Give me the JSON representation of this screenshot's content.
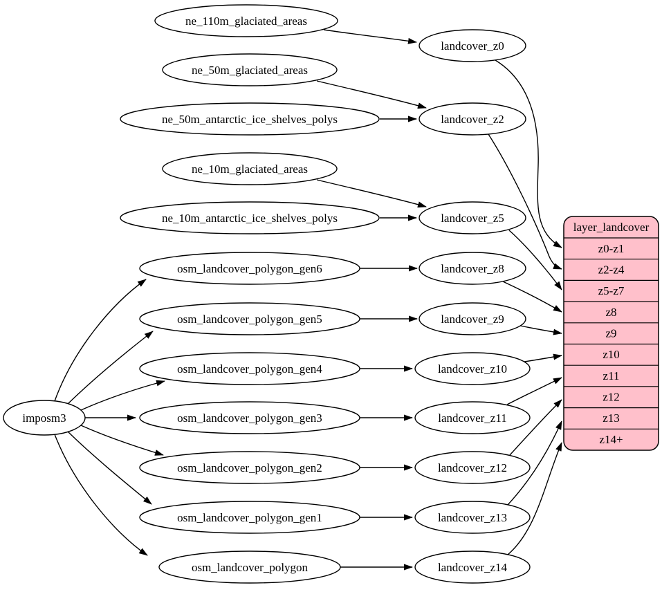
{
  "nodes": {
    "imposm3": "imposm3",
    "ne_110m_glaciated_areas": "ne_110m_glaciated_areas",
    "ne_50m_glaciated_areas": "ne_50m_glaciated_areas",
    "ne_50m_antarctic_ice_shelves_polys": "ne_50m_antarctic_ice_shelves_polys",
    "ne_10m_glaciated_areas": "ne_10m_glaciated_areas",
    "ne_10m_antarctic_ice_shelves_polys": "ne_10m_antarctic_ice_shelves_polys",
    "osm_landcover_polygon_gen6": "osm_landcover_polygon_gen6",
    "osm_landcover_polygon_gen5": "osm_landcover_polygon_gen5",
    "osm_landcover_polygon_gen4": "osm_landcover_polygon_gen4",
    "osm_landcover_polygon_gen3": "osm_landcover_polygon_gen3",
    "osm_landcover_polygon_gen2": "osm_landcover_polygon_gen2",
    "osm_landcover_polygon_gen1": "osm_landcover_polygon_gen1",
    "osm_landcover_polygon": "osm_landcover_polygon",
    "landcover_z0": "landcover_z0",
    "landcover_z2": "landcover_z2",
    "landcover_z5": "landcover_z5",
    "landcover_z8": "landcover_z8",
    "landcover_z9": "landcover_z9",
    "landcover_z10": "landcover_z10",
    "landcover_z11": "landcover_z11",
    "landcover_z12": "landcover_z12",
    "landcover_z13": "landcover_z13",
    "landcover_z14": "landcover_z14"
  },
  "record": {
    "title": "layer_landcover",
    "rows": [
      "z0-z1",
      "z2-z4",
      "z5-z7",
      "z8",
      "z9",
      "z10",
      "z11",
      "z12",
      "z13",
      "z14+"
    ]
  },
  "colors": {
    "record_fill": "#ffc0cb",
    "node_fill": "#ffffff",
    "line": "#000000",
    "background": "#ffffff"
  }
}
